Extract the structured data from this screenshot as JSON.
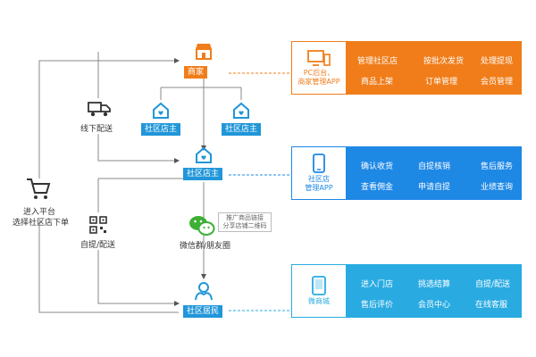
{
  "nodes": {
    "merchant": "商家",
    "owner_a": "社区店主",
    "owner_b": "社区店主",
    "owner_main": "社区店主",
    "resident": "社区居民"
  },
  "labels": {
    "platform_line1": "进入平台",
    "platform_line2": "选择社区店下单",
    "offline": "线下配送",
    "pickup": "自提/配送",
    "wechat": "微信群/朋友圈",
    "promo_line1": "推广商品链接",
    "promo_line2": "分享店铺二维码"
  },
  "panels": [
    {
      "title_line1": "PC后台、",
      "title_line2": "商家管理APP",
      "icon": "monitor-phone-icon",
      "color": "#f07d1a",
      "items": [
        "管理社区店",
        "按批次发货",
        "处理提现",
        "商品上架",
        "订单管理",
        "会员管理"
      ]
    },
    {
      "title_line1": "社区店",
      "title_line2": "管理APP",
      "icon": "phone-icon",
      "color": "#1e88e5",
      "items": [
        "确认收货",
        "自提核销",
        "售后服务",
        "查看佣金",
        "申请自提",
        "业绩查询"
      ]
    },
    {
      "title_line1": "微商城",
      "title_line2": "",
      "icon": "tablet-icon",
      "color": "#29abe2",
      "items": [
        "进入门店",
        "挑选结算",
        "自提/配送",
        "售后评价",
        "会员中心",
        "在线客服"
      ]
    }
  ]
}
